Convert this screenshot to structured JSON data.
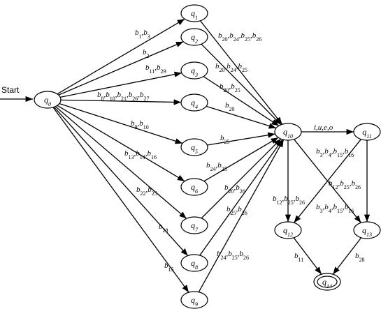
{
  "start_label": "Start",
  "states": [
    {
      "id": "q0",
      "name": "q",
      "sub": "0"
    },
    {
      "id": "q1",
      "name": "q",
      "sub": "1"
    },
    {
      "id": "q2",
      "name": "q",
      "sub": "2"
    },
    {
      "id": "q3",
      "name": "q",
      "sub": "3"
    },
    {
      "id": "q4",
      "name": "q",
      "sub": "4"
    },
    {
      "id": "q5",
      "name": "q",
      "sub": "5"
    },
    {
      "id": "q6",
      "name": "q",
      "sub": "6"
    },
    {
      "id": "q7",
      "name": "q",
      "sub": "7"
    },
    {
      "id": "q8",
      "name": "q",
      "sub": "8"
    },
    {
      "id": "q9",
      "name": "q",
      "sub": "9"
    },
    {
      "id": "q10",
      "name": "q",
      "sub": "10"
    },
    {
      "id": "q11",
      "name": "q",
      "sub": "11"
    },
    {
      "id": "q12",
      "name": "q",
      "sub": "12"
    },
    {
      "id": "q13",
      "name": "q",
      "sub": "13"
    },
    {
      "id": "q14",
      "name": "q",
      "sub": "14",
      "final": true
    }
  ],
  "transitions": [
    {
      "from": "q0",
      "to": "q1",
      "label": [
        [
          "b",
          "1"
        ],
        [
          ",",
          ""
        ],
        [
          "b",
          "3"
        ]
      ]
    },
    {
      "from": "q0",
      "to": "q2",
      "label": [
        [
          "b",
          "2"
        ]
      ]
    },
    {
      "from": "q0",
      "to": "q3",
      "label": [
        [
          "b",
          "11"
        ],
        [
          ",",
          ""
        ],
        [
          "b",
          "29"
        ]
      ]
    },
    {
      "from": "q0",
      "to": "q4",
      "label": [
        [
          "b",
          "8"
        ],
        [
          ",",
          ""
        ],
        [
          "b",
          "18"
        ],
        [
          ",",
          ""
        ],
        [
          "b",
          "21"
        ],
        [
          ",",
          ""
        ],
        [
          "b",
          "26"
        ],
        [
          ",",
          ""
        ],
        [
          "b",
          "27"
        ]
      ]
    },
    {
      "from": "q0",
      "to": "q5",
      "label": [
        [
          "b",
          "9"
        ],
        [
          ",",
          ""
        ],
        [
          "b",
          "10"
        ]
      ]
    },
    {
      "from": "q0",
      "to": "q6",
      "label": [
        [
          "b",
          "13"
        ],
        [
          ",",
          ""
        ],
        [
          "b",
          "14"
        ],
        [
          ",",
          ""
        ],
        [
          "b",
          "16"
        ]
      ]
    },
    {
      "from": "q0",
      "to": "q7",
      "label": [
        [
          "b",
          "22"
        ],
        [
          ",",
          ""
        ],
        [
          "b",
          "25"
        ]
      ]
    },
    {
      "from": "q0",
      "to": "q8",
      "label": [
        [
          "b",
          "28"
        ]
      ]
    },
    {
      "from": "q0",
      "to": "q9",
      "label": [
        [
          "b",
          "15"
        ]
      ]
    },
    {
      "from": "q1",
      "to": "q10",
      "label": [
        [
          "b",
          "20"
        ],
        [
          ",",
          ""
        ],
        [
          "b",
          "24"
        ],
        [
          ",",
          ""
        ],
        [
          "b",
          "25"
        ],
        [
          ",",
          ""
        ],
        [
          "b",
          "26"
        ]
      ]
    },
    {
      "from": "q2",
      "to": "q10",
      "label": [
        [
          "b",
          "20"
        ],
        [
          ",",
          ""
        ],
        [
          "b",
          "24"
        ],
        [
          ",",
          ""
        ],
        [
          "b",
          "25"
        ]
      ]
    },
    {
      "from": "q3",
      "to": "q10",
      "label": [
        [
          "b",
          "20"
        ],
        [
          ",",
          ""
        ],
        [
          "b",
          "25"
        ]
      ]
    },
    {
      "from": "q4",
      "to": "q10",
      "label": [
        [
          "b",
          "20"
        ]
      ]
    },
    {
      "from": "q5",
      "to": "q10",
      "label": [
        [
          "b",
          "25"
        ]
      ]
    },
    {
      "from": "q6",
      "to": "q10",
      "label": [
        [
          "b",
          "24"
        ],
        [
          ",",
          ""
        ],
        [
          "b",
          "25"
        ]
      ]
    },
    {
      "from": "q7",
      "to": "q10",
      "label": [
        [
          "b",
          "20"
        ],
        [
          ",",
          ""
        ],
        [
          "b",
          "26"
        ]
      ]
    },
    {
      "from": "q8",
      "to": "q10",
      "label": [
        [
          "b",
          "25"
        ],
        [
          ",",
          ""
        ],
        [
          "b",
          "26"
        ]
      ]
    },
    {
      "from": "q9",
      "to": "q10",
      "label": [
        [
          "b",
          "24"
        ],
        [
          ",",
          ""
        ],
        [
          "b",
          "25"
        ],
        [
          ",",
          ""
        ],
        [
          "b",
          "26"
        ]
      ]
    },
    {
      "from": "q10",
      "to": "q11",
      "label": [
        [
          "i,u,e,o",
          ""
        ]
      ]
    },
    {
      "from": "q10",
      "to": "q12",
      "label": [
        [
          "b",
          "12"
        ],
        [
          ",",
          ""
        ],
        [
          "b",
          "25"
        ],
        [
          ",",
          ""
        ],
        [
          "b",
          "26"
        ]
      ]
    },
    {
      "from": "q10",
      "to": "q13",
      "label": [
        [
          "b",
          "3"
        ],
        [
          ",",
          ""
        ],
        [
          "b",
          "4"
        ],
        [
          ",",
          ""
        ],
        [
          "b",
          "15"
        ],
        [
          ",",
          ""
        ],
        [
          "b",
          "16"
        ]
      ]
    },
    {
      "from": "q11",
      "to": "q12",
      "label": [
        [
          "b",
          "3"
        ],
        [
          ",",
          ""
        ],
        [
          "b",
          "4"
        ],
        [
          ",",
          ""
        ],
        [
          "b",
          "15"
        ],
        [
          ",",
          ""
        ],
        [
          "b",
          "16"
        ]
      ]
    },
    {
      "from": "q11",
      "to": "q13",
      "label": [
        [
          "b",
          "12"
        ],
        [
          ",",
          ""
        ],
        [
          "b",
          "25"
        ],
        [
          ",",
          ""
        ],
        [
          "b",
          "26"
        ]
      ]
    },
    {
      "from": "q12",
      "to": "q14",
      "label": [
        [
          "b",
          "11"
        ]
      ]
    },
    {
      "from": "q13",
      "to": "q14",
      "label": [
        [
          "b",
          "28"
        ]
      ]
    }
  ]
}
